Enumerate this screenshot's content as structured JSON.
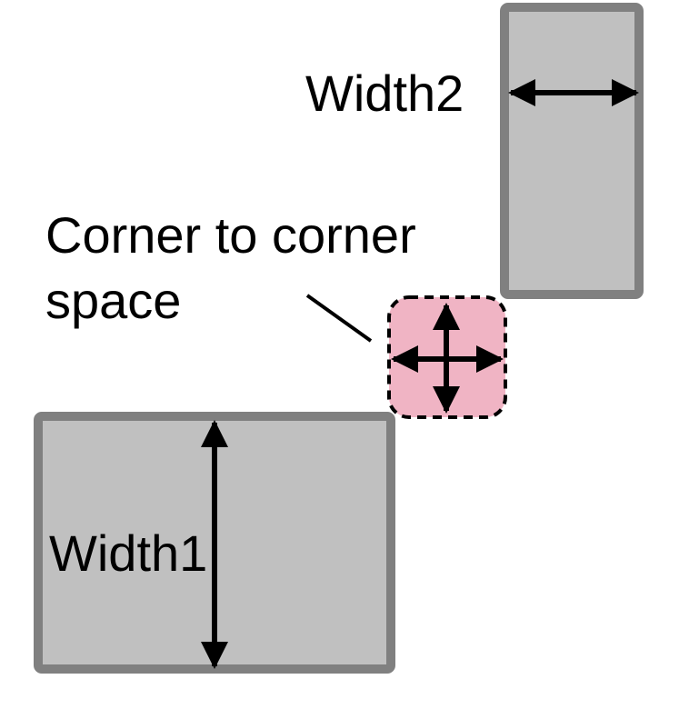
{
  "labels": {
    "width2": "Width2",
    "width1": "Width1",
    "corner_line1": "Corner to corner",
    "corner_line2": "space"
  },
  "colors": {
    "rect_fill": "#c0c0c0",
    "rect_stroke": "#808080",
    "corner_fill": "#f0b4c4",
    "arrow": "#000000",
    "text": "#000000",
    "background": "#ffffff"
  },
  "icons": {
    "corner_space_marker": "four-way-arrow-icon"
  }
}
